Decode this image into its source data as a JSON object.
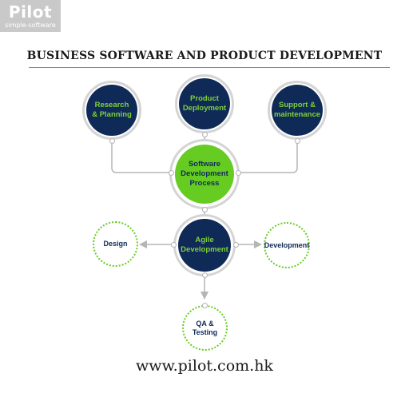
{
  "logo": {
    "word": "Pilot",
    "tagline": "simple-software"
  },
  "title": "BUSINESS SOFTWARE AND PRODUCT DEVELOPMENT",
  "nodes": {
    "research": "Research\n& Planning",
    "deployment": "Product\nDeployment",
    "support": "Support &\nmaintenance",
    "process": "Software\nDevelopment\nProcess",
    "agile": "Agile\nDevelopment",
    "design": "Design",
    "development": "Development",
    "qa": "QA &\nTesting"
  },
  "website": "www.pilot.com.hk",
  "colors": {
    "navy": "#0f2a57",
    "green": "#66cc22",
    "connector": "#b5b5b5"
  }
}
